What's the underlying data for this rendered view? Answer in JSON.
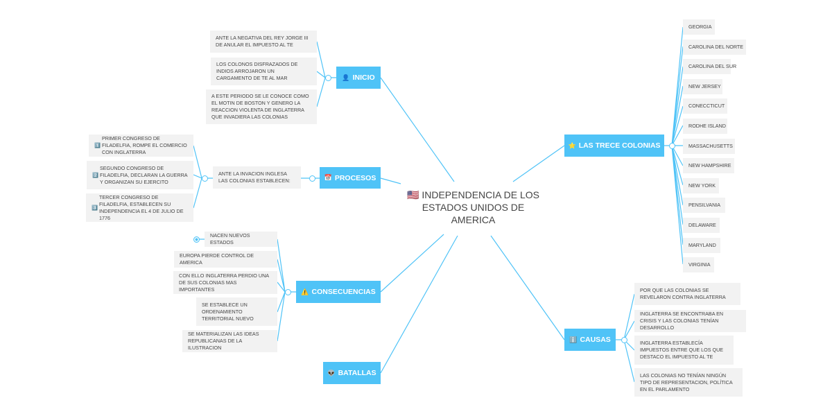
{
  "center": {
    "title": "INDEPENDENCIA DE LOS ESTADOS UNIDOS DE AMERICA",
    "icon": "us-flag-icon"
  },
  "inicio": {
    "label": "INICIO",
    "items": [
      "ANTE LA NEGATIVA DEL REY JORGE III DE ANULAR EL IMPUESTO AL TE",
      "LOS COLONOS DISFRAZADOS DE INDIOS ARROJARON UN CARGAMENTO DE TE AL MAR",
      "A ESTE PERIODO SE LE CONOCE COMO EL MOTIN DE BOSTON Y GENERO LA REACCION VIOLENTA DE INGLATERRA QUE INVADIERA LAS COLONIAS"
    ]
  },
  "procesos": {
    "label": "PROCESOS",
    "sub": "ANTE LA INVACION INGLESA LAS COLONIAS ESTABLECEN:",
    "items": [
      "PRIMER CONGRESO DE FILADELFIA, ROMPE EL COMERCIO CON INGLATERRA",
      "SEGUNDO CONGRESO DE FILADELFIA, DECLARAN LA GUERRA Y ORGANIZAN SU EJERCITO",
      "TERCER CONGRESO DE FILADELFIA, ESTABLECEN SU INDEPENDENCIA EL 4 DE JULIO DE 1776"
    ]
  },
  "consecuencias": {
    "label": "CONSECUENCIAS",
    "items": [
      "NACEN NUEVOS ESTADOS",
      "EUROPA PIERDE CONTROL DE AMERICA",
      "CON ELLO INGLATERRA PERDIO UNA DE SUS COLONIAS MAS IMPORTANTES",
      "SE ESTABLECE UN ORDENAMIENTO TERRITORIAL NUEVO",
      "SE MATERIALIZAN LAS IDEAS REPUBLICANAS DE LA ILUSTRACION"
    ]
  },
  "batallas": {
    "label": "BATALLAS"
  },
  "colonias": {
    "label": "LAS TRECE COLONIAS",
    "items": [
      "GEORGIA",
      "CAROLINA DEL NORTE",
      "CAROLINA DEL SUR",
      "NEW JERSEY",
      "CONECCTICUT",
      "RODHE ISLAND",
      "MASSACHUSETTS",
      "NEW HAMPSHIRE",
      "NEW YORK",
      "PENSILVANIA",
      "DELAWARE",
      "MARYLAND",
      "VIRGINIA"
    ]
  },
  "causas": {
    "label": "CAUSAS",
    "items": [
      "POR QUE LAS COLONIAS SE REVELARON CONTRA INGLATERRA",
      "INGLATERRA SE ENCONTRABA EN CRISIS Y LAS COLONIAS TENÍAN DESARROLLO",
      "INGLATERRA ESTABLECÍA IMPUESTOS ENTRE QUE LOS QUE DESTACO EL IMPUESTO AL TE",
      "LAS COLONIAS NO TENÍAN NINGÚN TIPO DE REPRESENTACION, POLÍTICA EN EL PARLAMENTO"
    ]
  },
  "colors": {
    "accent": "#4fc3f7",
    "node": "#f2f2f2"
  }
}
